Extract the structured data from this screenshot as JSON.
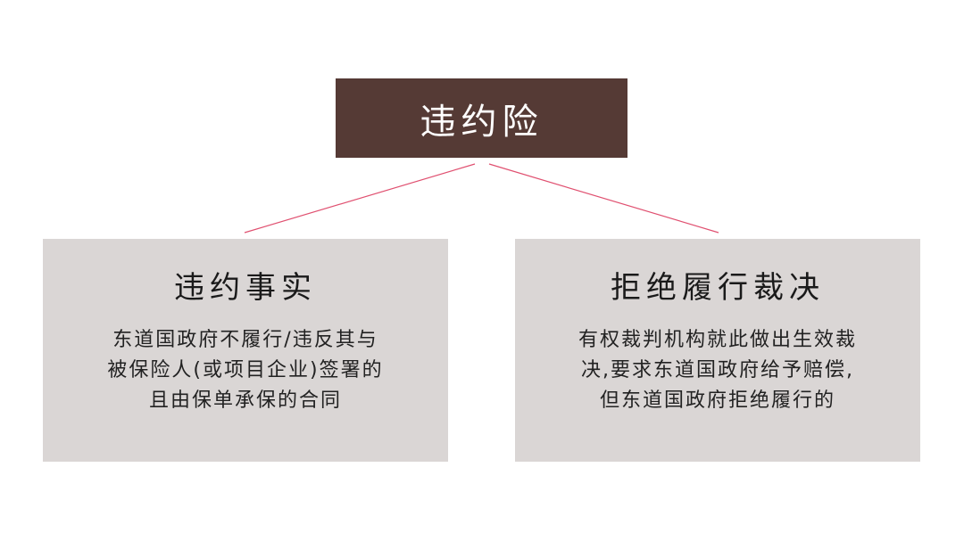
{
  "colors": {
    "top_box": "#553a35",
    "child_box": "#dad6d5",
    "connector": "#e05070"
  },
  "root": {
    "title": "违约险"
  },
  "children": [
    {
      "title": "违约事实",
      "lines": [
        "东道国政府不履行/违反其与",
        "被保险人(或项目企业)签署的",
        "且由保单承保的合同"
      ]
    },
    {
      "title": "拒绝履行裁决",
      "lines": [
        "有权裁判机构就此做出生效裁",
        "决,要求东道国政府给予赔偿,",
        "但东道国政府拒绝履行的"
      ]
    }
  ]
}
